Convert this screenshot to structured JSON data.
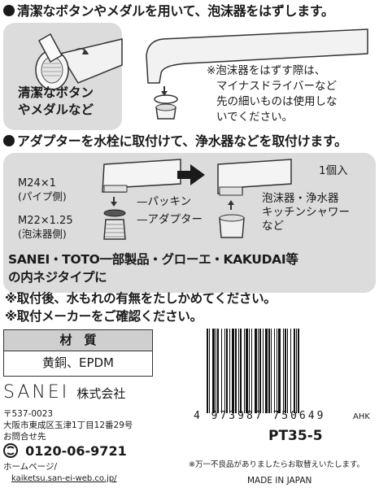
{
  "step1": {
    "heading": "清潔なボタンやメダルを用いて、泡沫器をはずします。",
    "callout": [
      "清潔なボタン",
      "やメダルなど"
    ],
    "note": [
      "※泡沫器をはずす際は、",
      "マイナスドライバーなど",
      "先の細いものは使用しな",
      "いでください。"
    ]
  },
  "step2": {
    "heading": "アダプターを水栓に取付けて、浄水器などを取付けます。",
    "quantity": "1個入",
    "labels": {
      "m24": "M24×1",
      "m24_side": "(パイプ側)",
      "m22": "M22×1.25",
      "m22_side": "(泡沫器側)",
      "packing": "パッキン",
      "adapter": "アダプター",
      "devices": [
        "泡沫器・浄水器",
        "キッチンシャワー",
        "など"
      ]
    },
    "compat": [
      "SANEI・TOTO一部製品・グローエ・KAKUDAI等",
      "の内ネジタイプに"
    ],
    "notices": [
      "※取付後、水もれの有無をたしかめてください。",
      "※取付メーカーをご確認ください。"
    ]
  },
  "material": {
    "header": "材　質",
    "value": "黄銅、EPDM"
  },
  "company": {
    "brand": "SANEI",
    "suffix": "株式会社",
    "postal": "〒537-0023",
    "address": "大阪市東成区玉津1丁目12番29号",
    "contact_label": "お問合せ先",
    "phone": "0120-06-9721",
    "homepage_label": "ホームページ/",
    "url": "kaiketsu.san-ei-web.co.jp/"
  },
  "product": {
    "barcode_digits": "4 973987 750649",
    "code_suffix": "AHK",
    "model": "PT35-5",
    "defect_note": "※万一不良品がありましたらお取替えいたします。",
    "origin": "MADE IN JAPAN"
  },
  "colors": {
    "text": "#1a1a1a",
    "panel": "#dcdcdc",
    "metal": "#cfcfcf"
  }
}
